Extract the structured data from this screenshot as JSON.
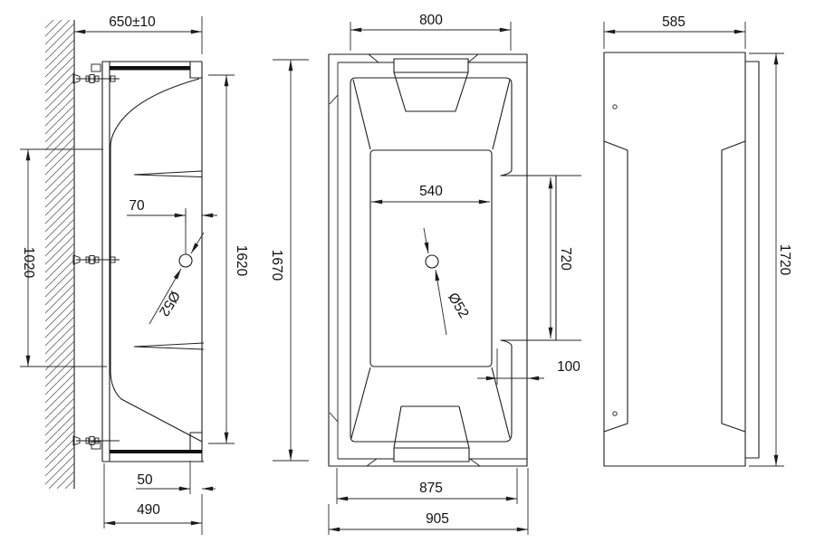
{
  "drawing": {
    "title": "bathtub-three-view-dimension-drawing",
    "line_color": "#1c1c1c",
    "background": "#ffffff",
    "side_view": {
      "dims": {
        "overall_depth": "650±10",
        "mount_span": "1020",
        "inner_height": "1620",
        "drain_offset": "70",
        "drain_diameter": "Ø52",
        "foot_inset": "50",
        "base_depth": "490"
      }
    },
    "plan_view": {
      "dims": {
        "top_width": "800",
        "length": "1670",
        "floor_width": "540",
        "panel_length": "720",
        "drain_diameter": "Ø52",
        "edge_offset": "100",
        "base_width": "875",
        "overall_width": "905"
      }
    },
    "end_view": {
      "dims": {
        "width": "585",
        "height": "1720"
      }
    }
  }
}
